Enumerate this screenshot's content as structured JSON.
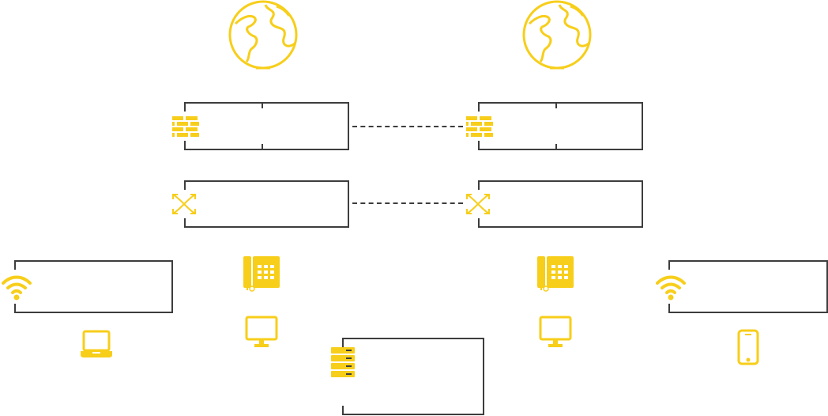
{
  "diagram": {
    "accent_color": "#F7CE1A",
    "line_color": "#3d3d3d",
    "nodes": [
      {
        "id": "internet-left",
        "icon": "globe-icon",
        "label": ""
      },
      {
        "id": "internet-right",
        "icon": "globe-icon",
        "label": ""
      },
      {
        "id": "firewall-left",
        "icon": "firewall-icon",
        "label": ""
      },
      {
        "id": "firewall-right",
        "icon": "firewall-icon",
        "label": ""
      },
      {
        "id": "switch-left",
        "icon": "switch-icon",
        "label": ""
      },
      {
        "id": "switch-right",
        "icon": "switch-icon",
        "label": ""
      },
      {
        "id": "wifi-left",
        "icon": "wifi-icon",
        "label": ""
      },
      {
        "id": "wifi-right",
        "icon": "wifi-icon",
        "label": ""
      },
      {
        "id": "server",
        "icon": "server-icon",
        "label": ""
      },
      {
        "id": "phone-left",
        "icon": "desk-phone-icon",
        "label": ""
      },
      {
        "id": "phone-right",
        "icon": "desk-phone-icon",
        "label": ""
      },
      {
        "id": "monitor-left",
        "icon": "monitor-icon",
        "label": ""
      },
      {
        "id": "monitor-right",
        "icon": "monitor-icon",
        "label": ""
      },
      {
        "id": "laptop",
        "icon": "laptop-icon",
        "label": ""
      },
      {
        "id": "smartphone",
        "icon": "smartphone-icon",
        "label": ""
      }
    ],
    "links": [
      {
        "from": "firewall-left",
        "to": "firewall-right",
        "style": "dashed"
      },
      {
        "from": "switch-left",
        "to": "switch-right",
        "style": "dashed"
      }
    ]
  }
}
